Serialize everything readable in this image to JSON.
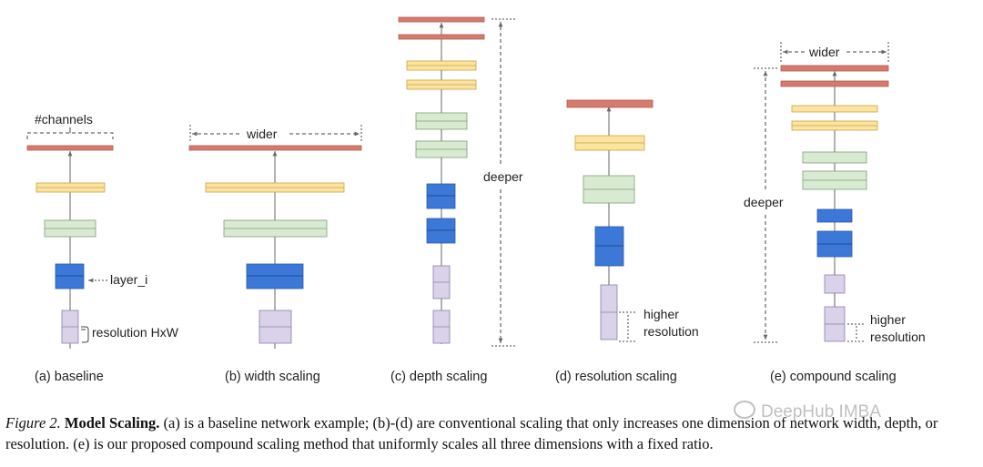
{
  "colors": {
    "output": "#d47a6e",
    "yellow": "#fbe3a0",
    "green": "#d9ead3",
    "blue": "#3c78d8",
    "lilac": "#d9d2e9",
    "edge": "#666666"
  },
  "panels": [
    {
      "id": "a",
      "label": "(a) baseline",
      "notes": [
        "#channels",
        "layer_i",
        "resolution HxW"
      ]
    },
    {
      "id": "b",
      "label": "(b) width scaling",
      "notes": [
        "wider"
      ]
    },
    {
      "id": "c",
      "label": "(c) depth scaling",
      "notes": [
        "deeper"
      ]
    },
    {
      "id": "d",
      "label": "(d) resolution scaling",
      "notes": [
        "higher",
        "resolution"
      ]
    },
    {
      "id": "e",
      "label": "(e) compound scaling",
      "notes": [
        "wider",
        "deeper",
        "higher",
        "resolution"
      ]
    }
  ],
  "caption": {
    "figure_label": "Figure 2.",
    "title": "Model Scaling.",
    "text": "(a) is a baseline network example; (b)-(d) are conventional scaling that only increases one dimension of network width, depth, or resolution. (e) is our proposed compound scaling method that uniformly scales all three dimensions with a fixed ratio."
  },
  "watermark": "DeepHub IMBA"
}
